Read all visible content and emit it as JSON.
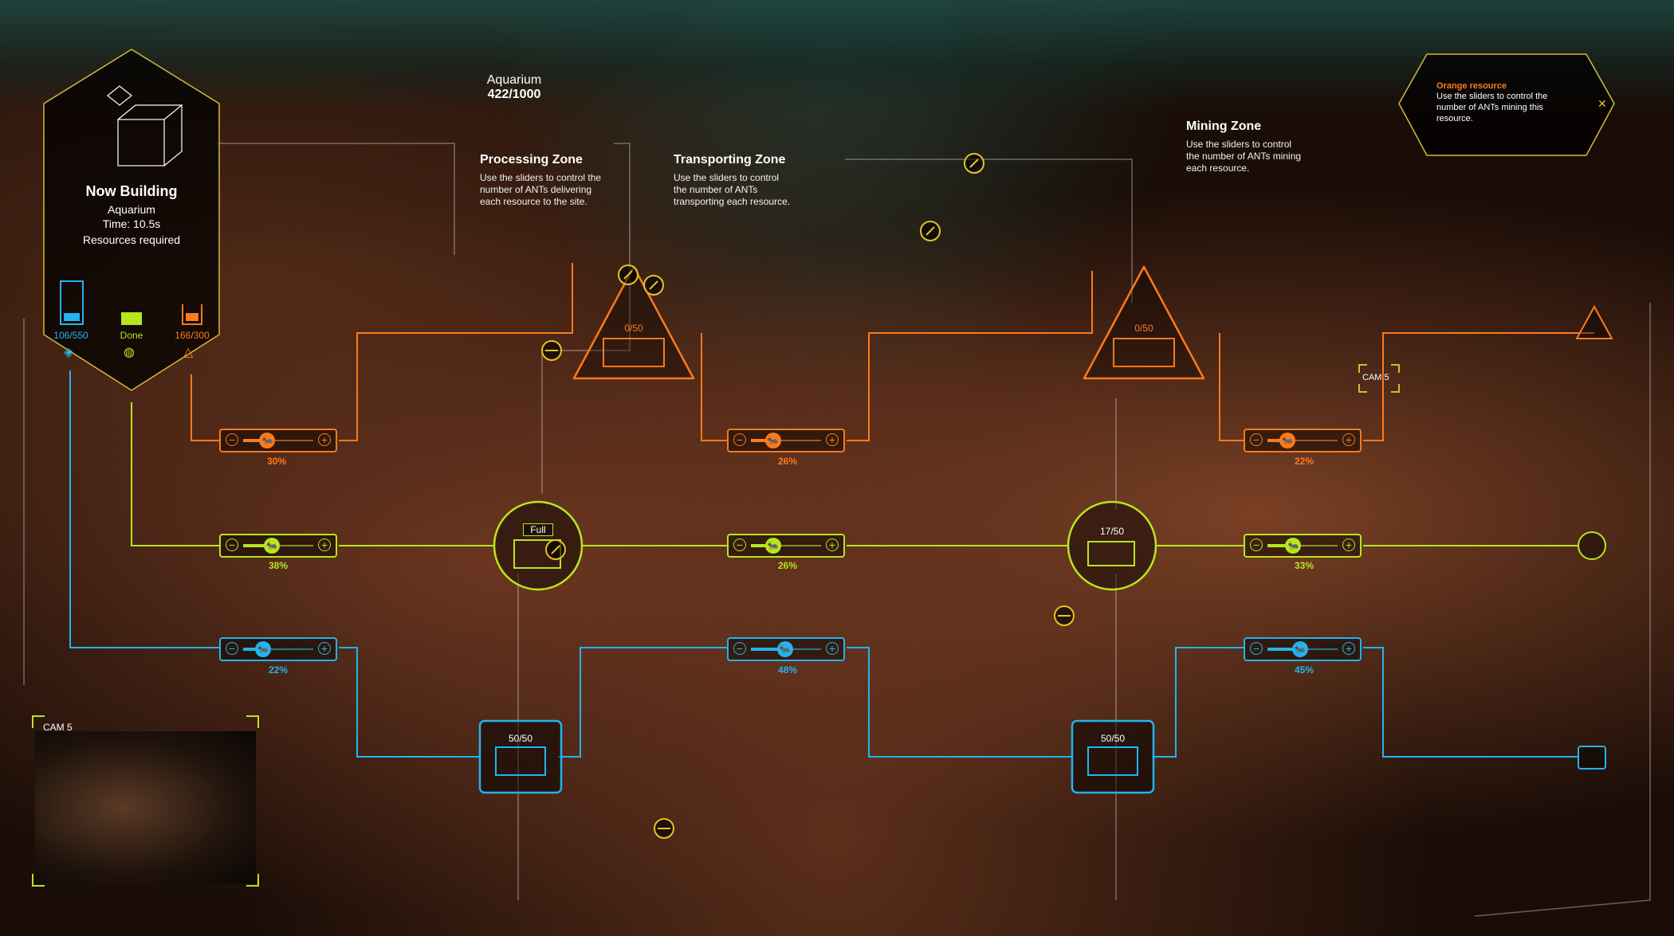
{
  "colors": {
    "orange": "#ff7a1a",
    "lime": "#b7e61d",
    "cyan": "#21b4f0"
  },
  "top_counter": {
    "label": "Aquarium",
    "value": "422/1000"
  },
  "build_panel": {
    "icon": "wireframe-cube-icon",
    "title": "Now Building",
    "item": "Aquarium",
    "time": "Time: 10.5s",
    "resources_label": "Resources required",
    "resources": [
      {
        "value": "106/550",
        "color": "cyan",
        "icon": "water-resource-icon"
      },
      {
        "value": "Done",
        "color": "lime",
        "icon": "globe-resource-icon"
      },
      {
        "value": "166/300",
        "color": "orange",
        "icon": "triangle-resource-icon"
      }
    ]
  },
  "zones": {
    "processing": {
      "title": "Processing Zone",
      "desc": [
        "Use the sliders to control the",
        "number of ANTs delivering",
        "each resource to the site."
      ]
    },
    "transporting": {
      "title": "Transporting Zone",
      "desc": [
        "Use the sliders to control",
        "the number of ANTs",
        "transporting each resource."
      ]
    },
    "mining": {
      "title": "Mining Zone",
      "desc": [
        "Use the sliders to control",
        "the number of ANTs mining",
        "each resource."
      ]
    }
  },
  "tooltip": {
    "title": "Orange resource",
    "desc": [
      "Use the sliders to control the",
      "number of ANTs mining this",
      "resource."
    ],
    "close": "✕"
  },
  "sliders": {
    "orange_processing": {
      "pct_label": "30%",
      "value": 0.3
    },
    "orange_transporting": {
      "pct_label": "26%",
      "value": 0.26
    },
    "orange_mining": {
      "pct_label": "22%",
      "value": 0.22
    },
    "lime_processing": {
      "pct_label": "38%",
      "value": 0.38
    },
    "lime_transporting": {
      "pct_label": "26%",
      "value": 0.26
    },
    "lime_mining": {
      "pct_label": "33%",
      "value": 0.33
    },
    "cyan_processing": {
      "pct_label": "22%",
      "value": 0.22
    },
    "cyan_transporting": {
      "pct_label": "48%",
      "value": 0.48
    },
    "cyan_mining": {
      "pct_label": "45%",
      "value": 0.45
    }
  },
  "stations": {
    "orange_1": "0/50",
    "orange_2": "0/50",
    "lime_1": "Full",
    "lime_2": "17/50",
    "cyan_1": "50/50",
    "cyan_2": "50/50"
  },
  "cameras": {
    "minimap": "CAM 5",
    "marker": "CAM 5"
  }
}
